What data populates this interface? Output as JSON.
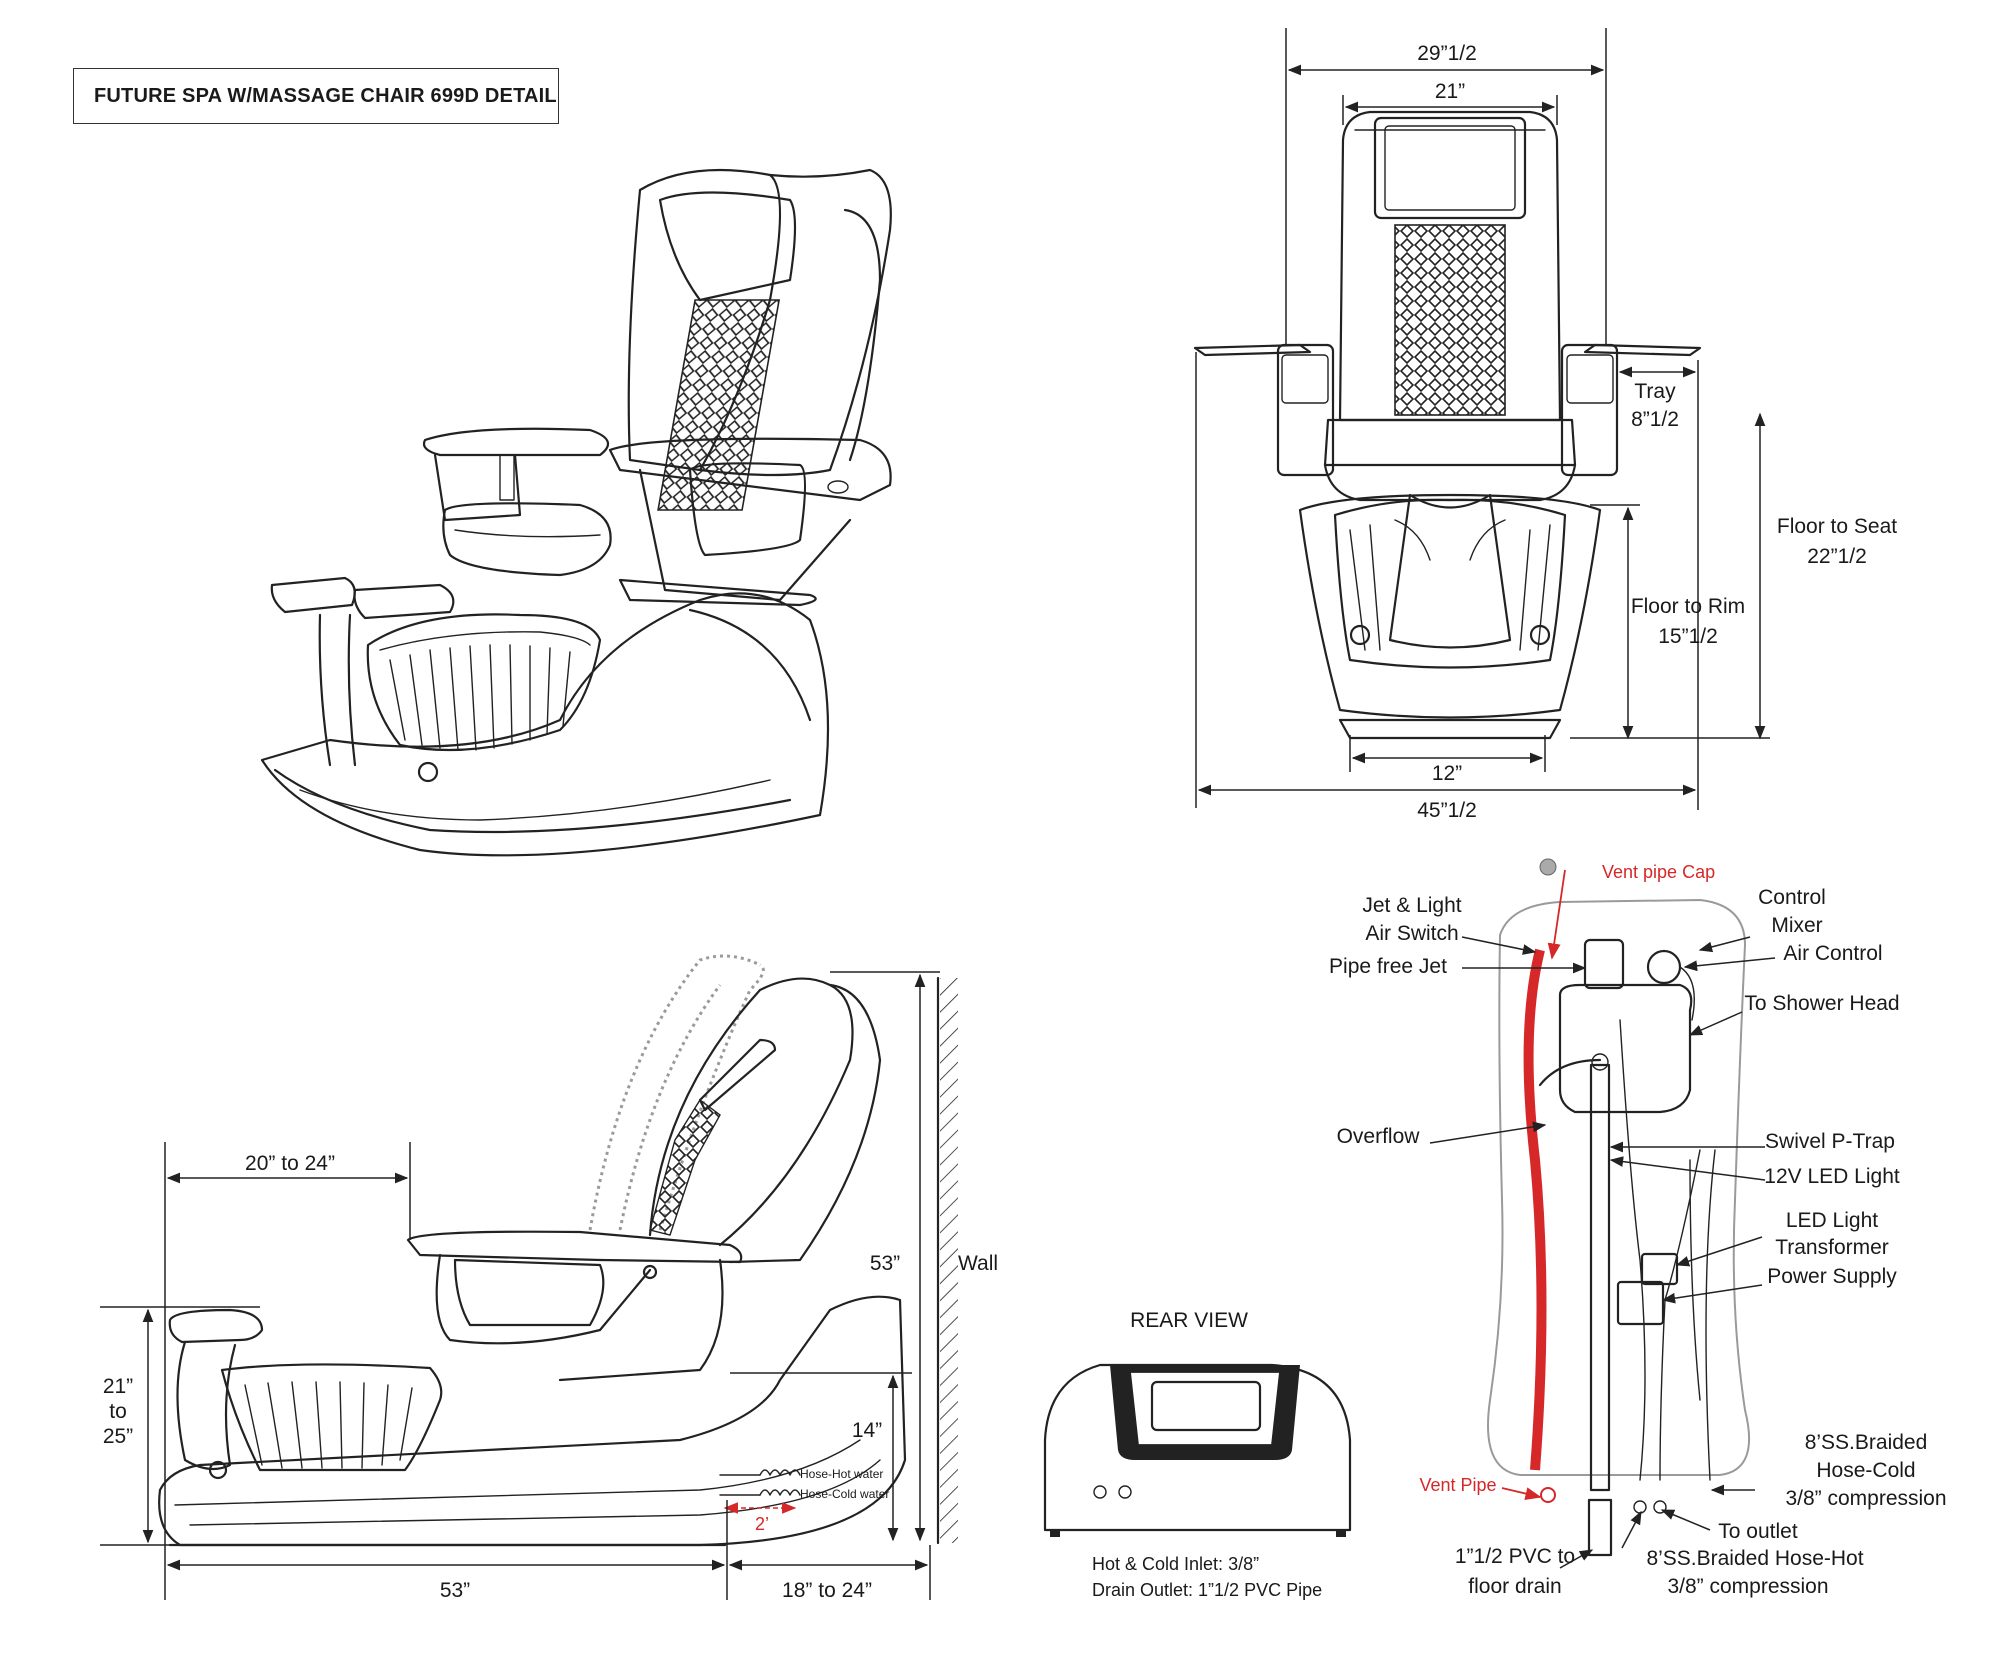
{
  "title": "FUTURE SPA  W/MASSAGE CHAIR 699D DETAIL",
  "front_view": {
    "dimensions": {
      "overall_top": "29”1/2",
      "chair_width": "21”",
      "tray": "Tray",
      "tray_value": "8”1/2",
      "floor_to_seat": "Floor to Seat",
      "floor_to_seat_value": "22”1/2",
      "floor_to_rim": "Floor to Rim",
      "floor_to_rim_value": "15”1/2",
      "base_width": "12”",
      "overall_width": "45”1/2"
    }
  },
  "side_view": {
    "dimensions": {
      "footrest_reach": "20” to 24”",
      "footrest_height_a": "21”",
      "footrest_height_to": "to",
      "footrest_height_b": "25”",
      "height": "53”",
      "wall": "Wall",
      "plumbing_height": "14”",
      "hose_hot": "Hose-Hot water",
      "hose_cold": "Hose-Cold water",
      "hose_spacing": "2’",
      "length": "53”",
      "wall_clearance": "18” to 24”"
    }
  },
  "rear_view": {
    "heading": "REAR VIEW",
    "inlet_note": "Hot & Cold Inlet: 3/8”",
    "drain_note": "Drain Outlet: 1”1/2 PVC Pipe"
  },
  "plumbing": {
    "vent_pipe_cap": "Vent pipe Cap",
    "jet_light_air_switch_a": "Jet & Light",
    "jet_light_air_switch_b": "Air Switch",
    "pipe_free_jet": "Pipe free Jet",
    "control": "Control",
    "mixer": "Mixer",
    "air_control": "Air Control",
    "to_shower_head": "To Shower Head",
    "overflow": "Overflow",
    "swivel_p_trap": "Swivel P-Trap",
    "led_light_12v": "12V LED Light",
    "led_light_transformer_a": "LED Light",
    "led_light_transformer_b": "Transformer",
    "power_supply": "Power Supply",
    "vent_pipe": "Vent Pipe",
    "hose_cold_a": "8’SS.Braided",
    "hose_cold_b": "Hose-Cold",
    "hose_cold_c": "3/8” compression",
    "to_outlet": "To outlet",
    "hose_hot_a": "8’SS.Braided Hose-Hot",
    "hose_hot_b": "3/8” compression",
    "pvc_a": "1”1/2 PVC to",
    "pvc_b": "floor drain"
  },
  "colors": {
    "ink": "#222222",
    "accent_red": "#d62828",
    "ghost_grey": "#9a9a9a"
  }
}
